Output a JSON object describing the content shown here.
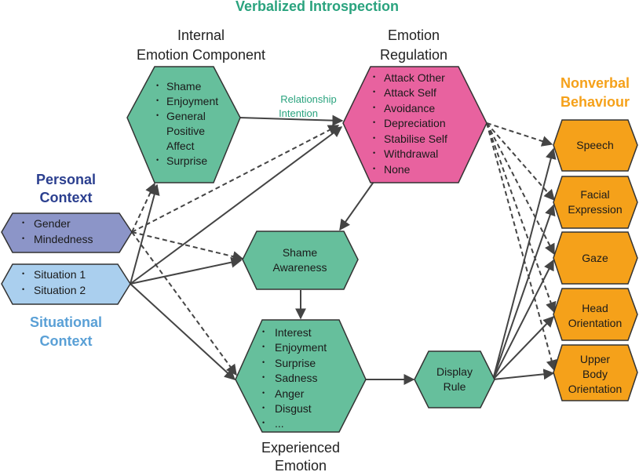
{
  "titles": {
    "verbalized": "Verbalized Introspection",
    "personal_line1": "Personal",
    "personal_line2": "Context",
    "situational_line1": "Situational",
    "situational_line2": "Context",
    "nonverbal_line1": "Nonverbal",
    "nonverbal_line2": "Behaviour",
    "internal_line1": "Internal",
    "internal_line2": "Emotion Component",
    "regulation_line1": "Emotion",
    "regulation_line2": "Regulation",
    "experienced_line1": "Experienced",
    "experienced_line2": "Emotion",
    "relationship_line1": "Relationship",
    "relationship_line2": "Intention"
  },
  "nodes": {
    "internal_emotion": {
      "items": [
        "Shame",
        "Enjoyment",
        "General",
        "Positive",
        "Affect",
        "Surprise"
      ],
      "bulleted": [
        true,
        true,
        true,
        false,
        false,
        true
      ]
    },
    "emotion_regulation": {
      "items": [
        "Attack Other",
        "Attack Self",
        "Avoidance",
        "Depreciation",
        "Stabilise Self",
        "Withdrawal",
        "None"
      ]
    },
    "personal": {
      "items": [
        "Gender",
        "Mindedness"
      ]
    },
    "situational": {
      "items": [
        "Situation 1",
        "Situation 2"
      ]
    },
    "shame_awareness": {
      "line1": "Shame",
      "line2": "Awareness"
    },
    "experienced_emotion": {
      "items": [
        "Interest",
        "Enjoyment",
        "Surprise",
        "Sadness",
        "Anger",
        "Disgust",
        "..."
      ]
    },
    "display_rule": {
      "line1": "Display",
      "line2": "Rule"
    },
    "speech": {
      "line1": "Speech"
    },
    "facial": {
      "line1": "Facial",
      "line2": "Expression"
    },
    "gaze": {
      "line1": "Gaze"
    },
    "head": {
      "line1": "Head",
      "line2": "Orientation"
    },
    "upper_body": {
      "line1": "Upper",
      "line2": "Body",
      "line3": "Orientation"
    }
  },
  "colors": {
    "teal": "#66bf9c",
    "pink": "#e8629f",
    "orange": "#f5a11a",
    "personal_fill": "#8c95c8",
    "situational_fill": "#aacfee"
  }
}
